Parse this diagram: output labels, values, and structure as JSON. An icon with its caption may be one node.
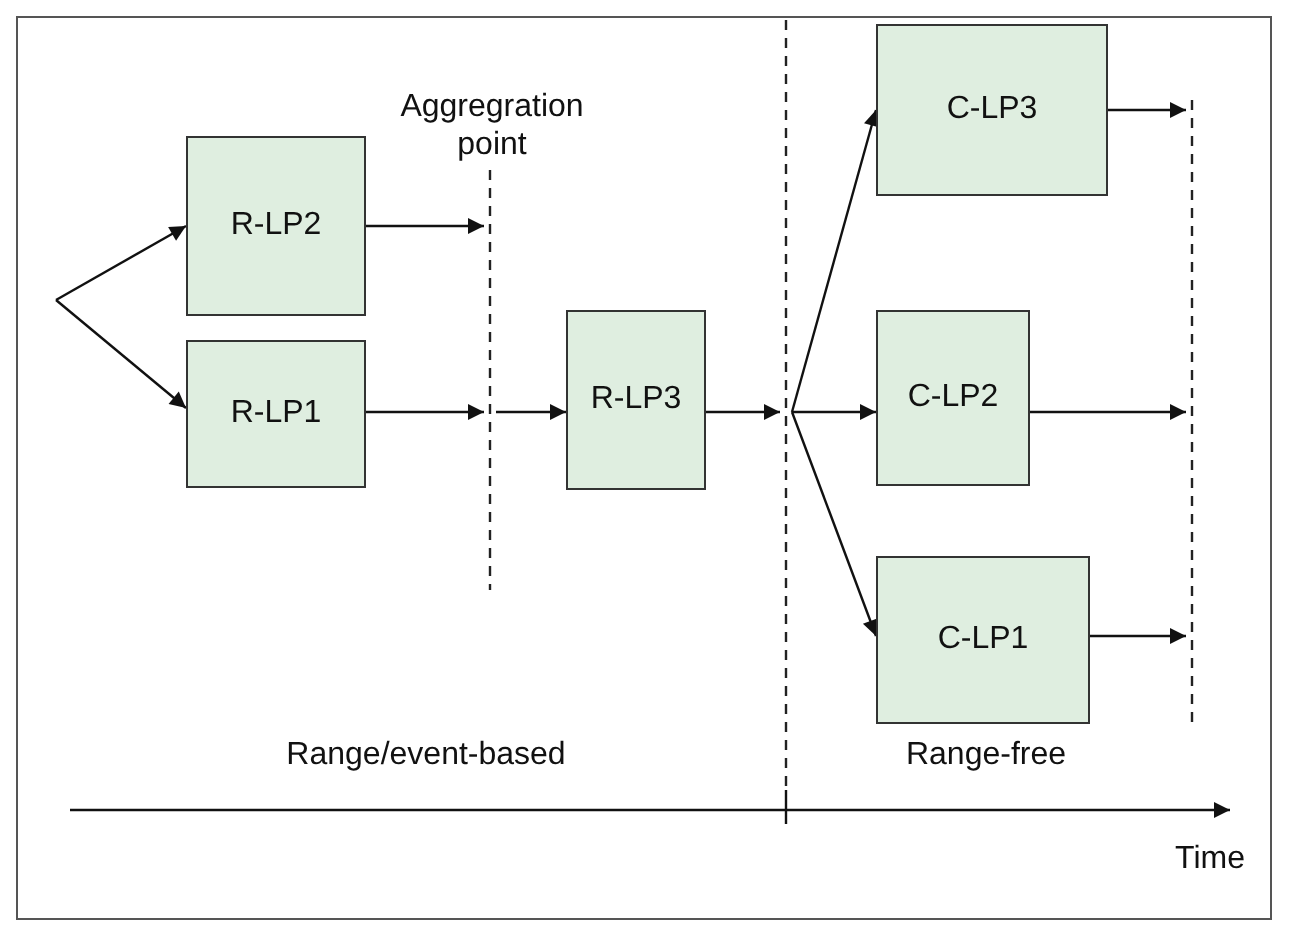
{
  "diagram": {
    "nodes": [
      {
        "text": [
          "R-LP2"
        ]
      },
      {
        "text": [
          "R-LP1"
        ]
      },
      {
        "text": [],
        "shape": "bar"
      },
      {
        "text": [
          "R-LP3"
        ]
      },
      {
        "text": [],
        "shape": "bar"
      },
      {
        "text": [
          "C-LP3"
        ]
      },
      {
        "text": [
          "C-LP2"
        ]
      },
      {
        "text": [
          "C-LP1"
        ]
      },
      {
        "text": [],
        "shape": "bar"
      }
    ],
    "edges": [
      {
        "from": null,
        "to": 0,
        "arrow": "to"
      },
      {
        "from": null,
        "to": 1,
        "arrow": "to"
      },
      {
        "from": 0,
        "to": 2,
        "arrow": "to"
      },
      {
        "from": 1,
        "to": 2,
        "arrow": "to"
      },
      {
        "from": 2,
        "to": 3,
        "arrow": "to"
      },
      {
        "from": 3,
        "to": 4,
        "arrow": "to"
      },
      {
        "from": 4,
        "to": 5,
        "arrow": "to"
      },
      {
        "from": 4,
        "to": 6,
        "arrow": "to"
      },
      {
        "from": 4,
        "to": 7,
        "arrow": "to"
      },
      {
        "from": 5,
        "to": 8,
        "arrow": "to"
      },
      {
        "from": 6,
        "to": 8,
        "arrow": "to"
      },
      {
        "from": 7,
        "to": 8,
        "arrow": "to"
      }
    ],
    "labels": [
      "Aggregration point",
      "Range/event-based",
      "Range-free",
      "Time"
    ]
  }
}
